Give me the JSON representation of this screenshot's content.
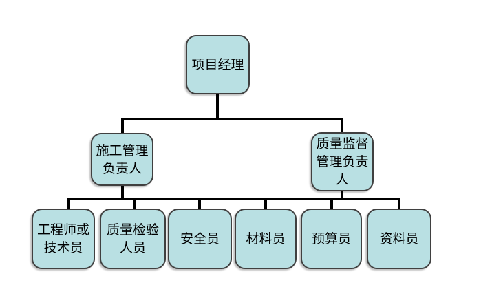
{
  "page": {
    "background_color": "#ffffff"
  },
  "diagram": {
    "type": "org-chart",
    "style": {
      "node_fill": "#b9e0e3",
      "node_border": "#404040",
      "connector_color": "#000000",
      "text_color": "#000000"
    },
    "nodes": {
      "root": {
        "label": "项目经理"
      },
      "level2": [
        {
          "label": "施工管理\n负责人"
        },
        {
          "label": "质量监督\n管理负责\n人"
        }
      ],
      "level3": [
        {
          "label": "工程师或\n技术员"
        },
        {
          "label": "质量检验\n人员"
        },
        {
          "label": "安全员"
        },
        {
          "label": "材料员"
        },
        {
          "label": "预算员"
        },
        {
          "label": "资料员"
        }
      ]
    }
  }
}
